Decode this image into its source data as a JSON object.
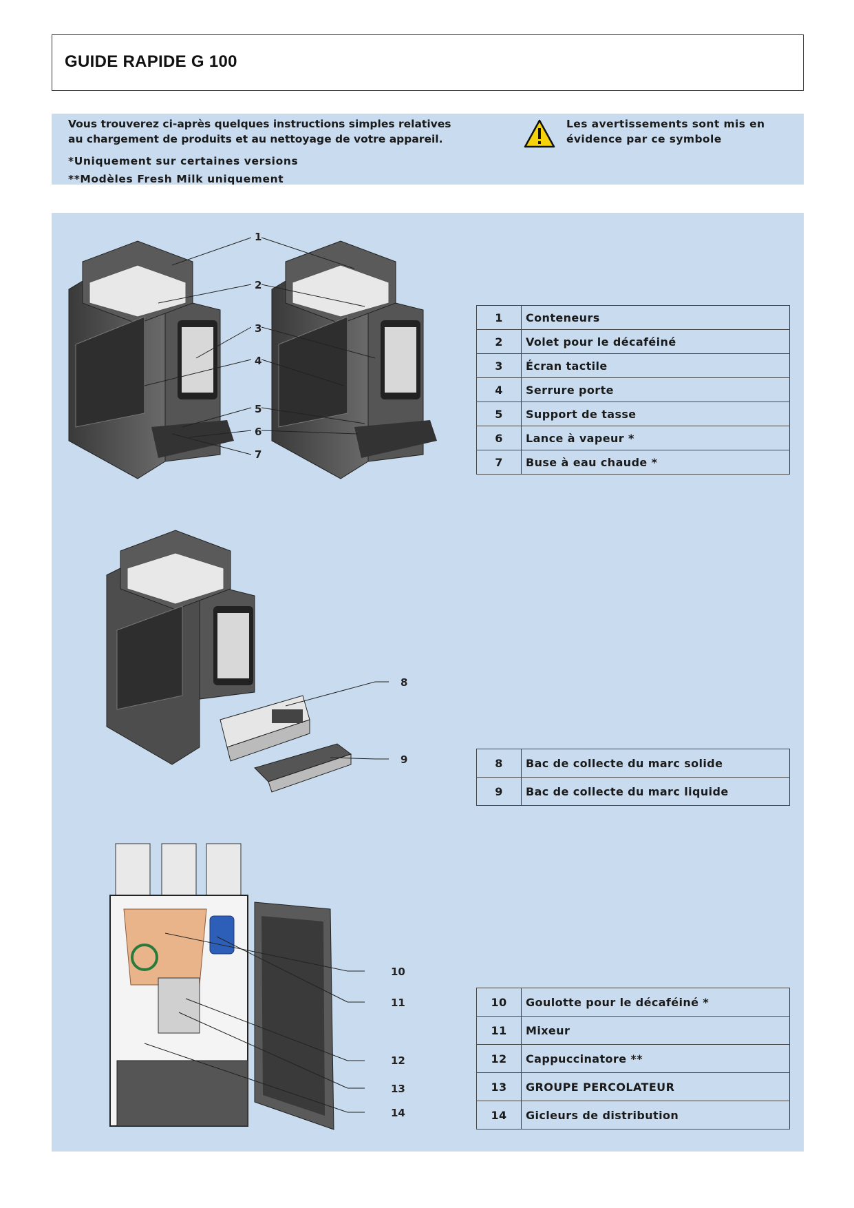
{
  "title": "GUIDE RAPIDE G 100",
  "intro": {
    "line1": "Vous trouverez ci-après quelques instructions simples relatives",
    "line2": "au chargement de produits et au nettoyage de votre appareil.",
    "note1": "*Uniquement sur certaines versions",
    "note2": "**Modèles Fresh Milk uniquement",
    "warning_line1": "Les avertissements sont mis en",
    "warning_line2": "évidence par ce symbole",
    "warning_icon": "warning-triangle-icon",
    "warning_color": "#f5d20a"
  },
  "figures": {
    "fig1_callouts": [
      "1",
      "2",
      "3",
      "4",
      "5",
      "6",
      "7"
    ],
    "fig2_callouts": [
      "8",
      "9"
    ],
    "fig3_callouts": [
      "10",
      "11",
      "12",
      "13",
      "14"
    ]
  },
  "tables": {
    "group1": [
      {
        "num": "1",
        "label": "Conteneurs"
      },
      {
        "num": "2",
        "label": "Volet pour le décaféiné"
      },
      {
        "num": "3",
        "label": "Écran tactile"
      },
      {
        "num": "4",
        "label": "Serrure porte"
      },
      {
        "num": "5",
        "label": "Support de tasse"
      },
      {
        "num": "6",
        "label": "Lance à vapeur *"
      },
      {
        "num": "7",
        "label": "Buse à eau chaude *"
      }
    ],
    "group2": [
      {
        "num": "8",
        "label": "Bac de collecte du marc solide"
      },
      {
        "num": "9",
        "label": "Bac de collecte du marc liquide"
      }
    ],
    "group3": [
      {
        "num": "10",
        "label": "Goulotte pour le décaféiné *"
      },
      {
        "num": "11",
        "label": "Mixeur"
      },
      {
        "num": "12",
        "label": "Cappuccinatore **"
      },
      {
        "num": "13",
        "label": "GROUPE PERCOLATEUR"
      },
      {
        "num": "14",
        "label": "Gicleurs de distribution"
      }
    ]
  },
  "colors": {
    "panel": "#c9dcef",
    "machine": "#4a4a4a"
  }
}
